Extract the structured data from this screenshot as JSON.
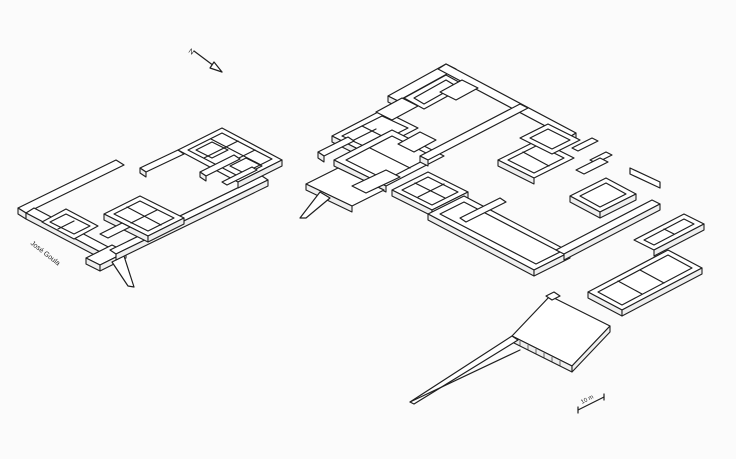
{
  "north_arrow": {
    "label": "N"
  },
  "signature": {
    "text": "José Goula"
  },
  "scale_bar": {
    "label": "10 m"
  },
  "colors": {
    "ink": "#1f1f1f",
    "paper": "#fbfbfb"
  }
}
